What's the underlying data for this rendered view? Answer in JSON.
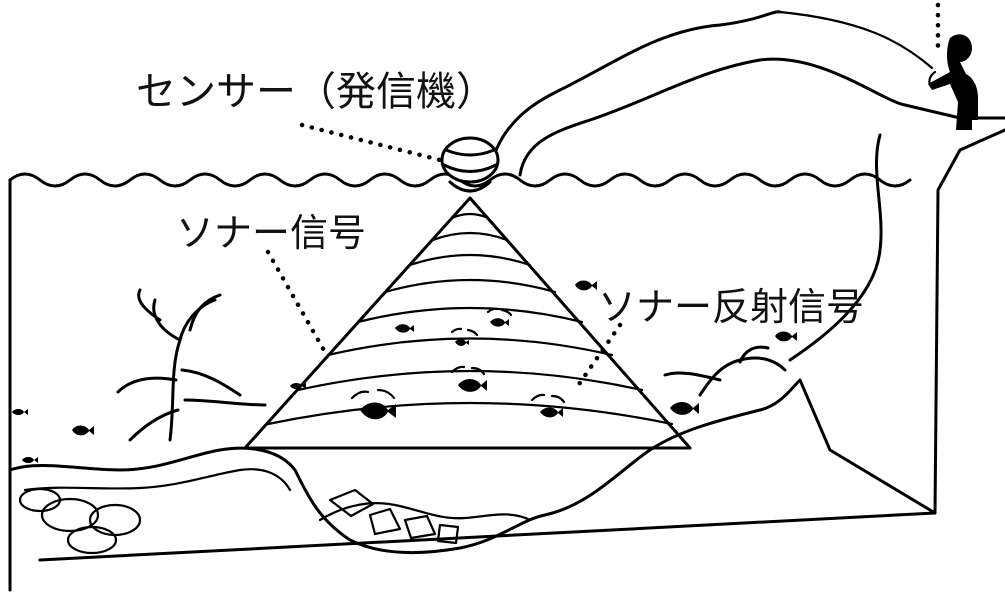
{
  "labels": {
    "sensor": "センサー（発信機）",
    "sonar_signal": "ソナー信号",
    "sonar_echo": "ソナー反射信号"
  },
  "colors": {
    "ink": "#000000",
    "background": "#ffffff"
  },
  "icons": [
    "sensor-icon",
    "angler-icon",
    "fish-icon"
  ]
}
